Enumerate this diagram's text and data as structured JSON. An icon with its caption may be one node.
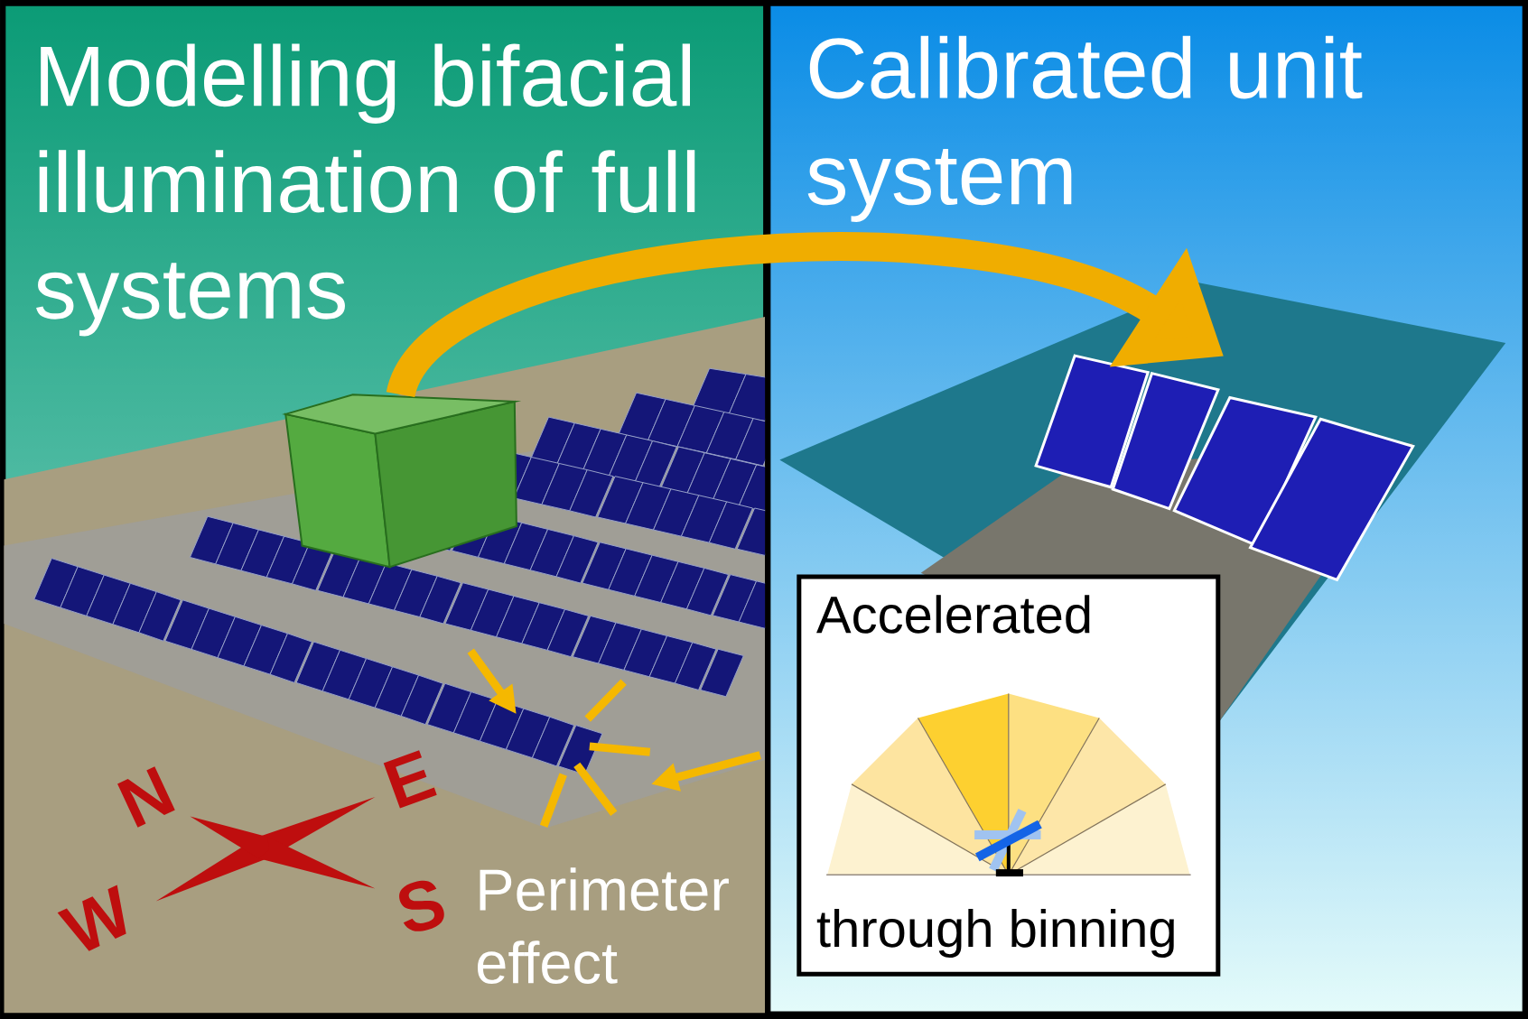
{
  "diagram": {
    "nodes": [
      {
        "text": [
          "Modelling bifacial illumination of full systems"
        ]
      },
      {
        "text": [
          "Calibrated unit system"
        ]
      },
      {
        "text": [],
        "shape": "box",
        "in": 0
      },
      {
        "text": [],
        "shape": "picture",
        "in": 1
      },
      {
        "text": [
          "Accelerated",
          "through binning"
        ],
        "in": 1
      }
    ],
    "edges": [
      {
        "from": 2,
        "to": 3,
        "arrow": "to"
      }
    ],
    "labels": [
      "N",
      "E",
      "W",
      "S",
      "Perimeter effect"
    ]
  }
}
